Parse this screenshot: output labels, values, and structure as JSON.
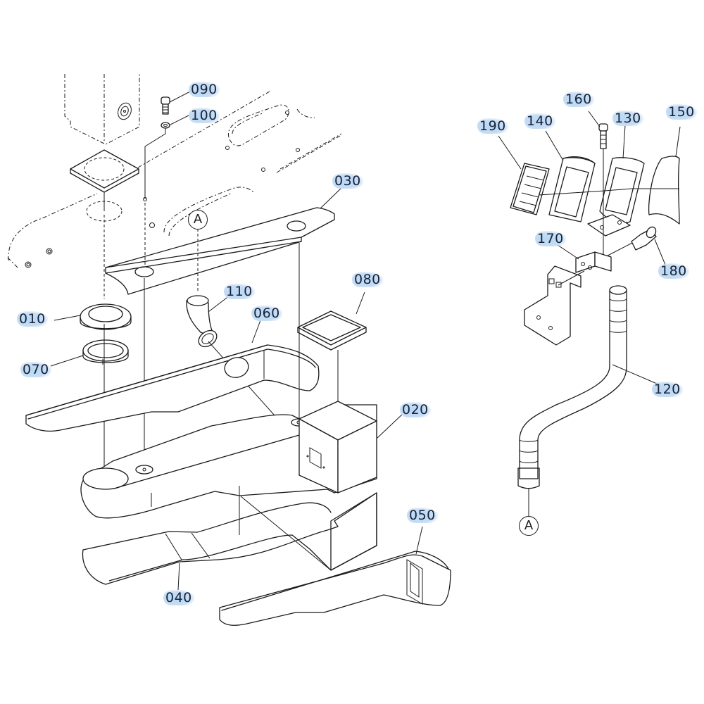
{
  "diagram": {
    "type": "exploded parts diagram",
    "callouts": [
      {
        "id": "010",
        "label": "010"
      },
      {
        "id": "020",
        "label": "020"
      },
      {
        "id": "030",
        "label": "030"
      },
      {
        "id": "040",
        "label": "040"
      },
      {
        "id": "050",
        "label": "050"
      },
      {
        "id": "060",
        "label": "060"
      },
      {
        "id": "070",
        "label": "070"
      },
      {
        "id": "080",
        "label": "080"
      },
      {
        "id": "090",
        "label": "090"
      },
      {
        "id": "100",
        "label": "100"
      },
      {
        "id": "110",
        "label": "110"
      },
      {
        "id": "120",
        "label": "120"
      },
      {
        "id": "130",
        "label": "130"
      },
      {
        "id": "140",
        "label": "140"
      },
      {
        "id": "150",
        "label": "150"
      },
      {
        "id": "160",
        "label": "160"
      },
      {
        "id": "170",
        "label": "170"
      },
      {
        "id": "180",
        "label": "180"
      },
      {
        "id": "190",
        "label": "190"
      }
    ],
    "reference_markers": [
      {
        "id": "A-top",
        "label": "A"
      },
      {
        "id": "A-bottom",
        "label": "A"
      }
    ],
    "highlight_color": "#c6ddf4",
    "line_color": "#1a1a1a"
  }
}
